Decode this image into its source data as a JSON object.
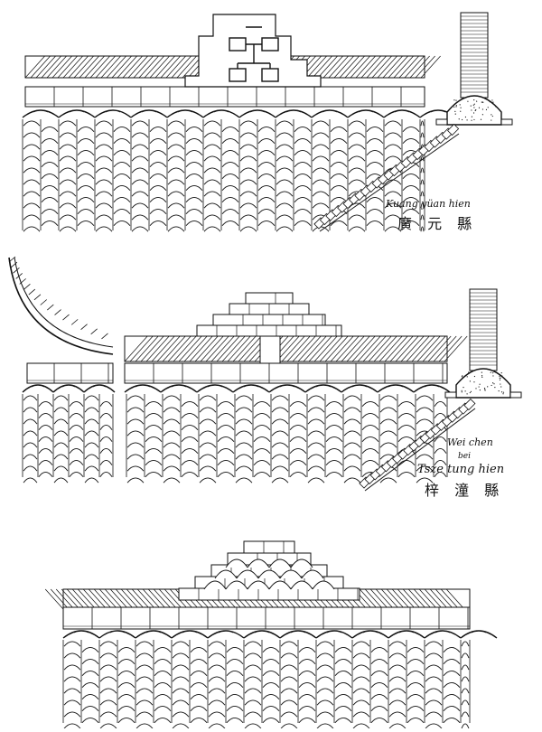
{
  "plates": [
    {
      "romanized": "Kuang yüan hien",
      "chinese": "廣 元 縣"
    },
    {
      "romanized_1": "Wei chen",
      "romanized_2": "bei",
      "romanized_3": "Tsze tung hien",
      "chinese": "梓 潼 縣"
    }
  ],
  "colors": {
    "ink": "#111111",
    "paper": "#ffffff"
  }
}
